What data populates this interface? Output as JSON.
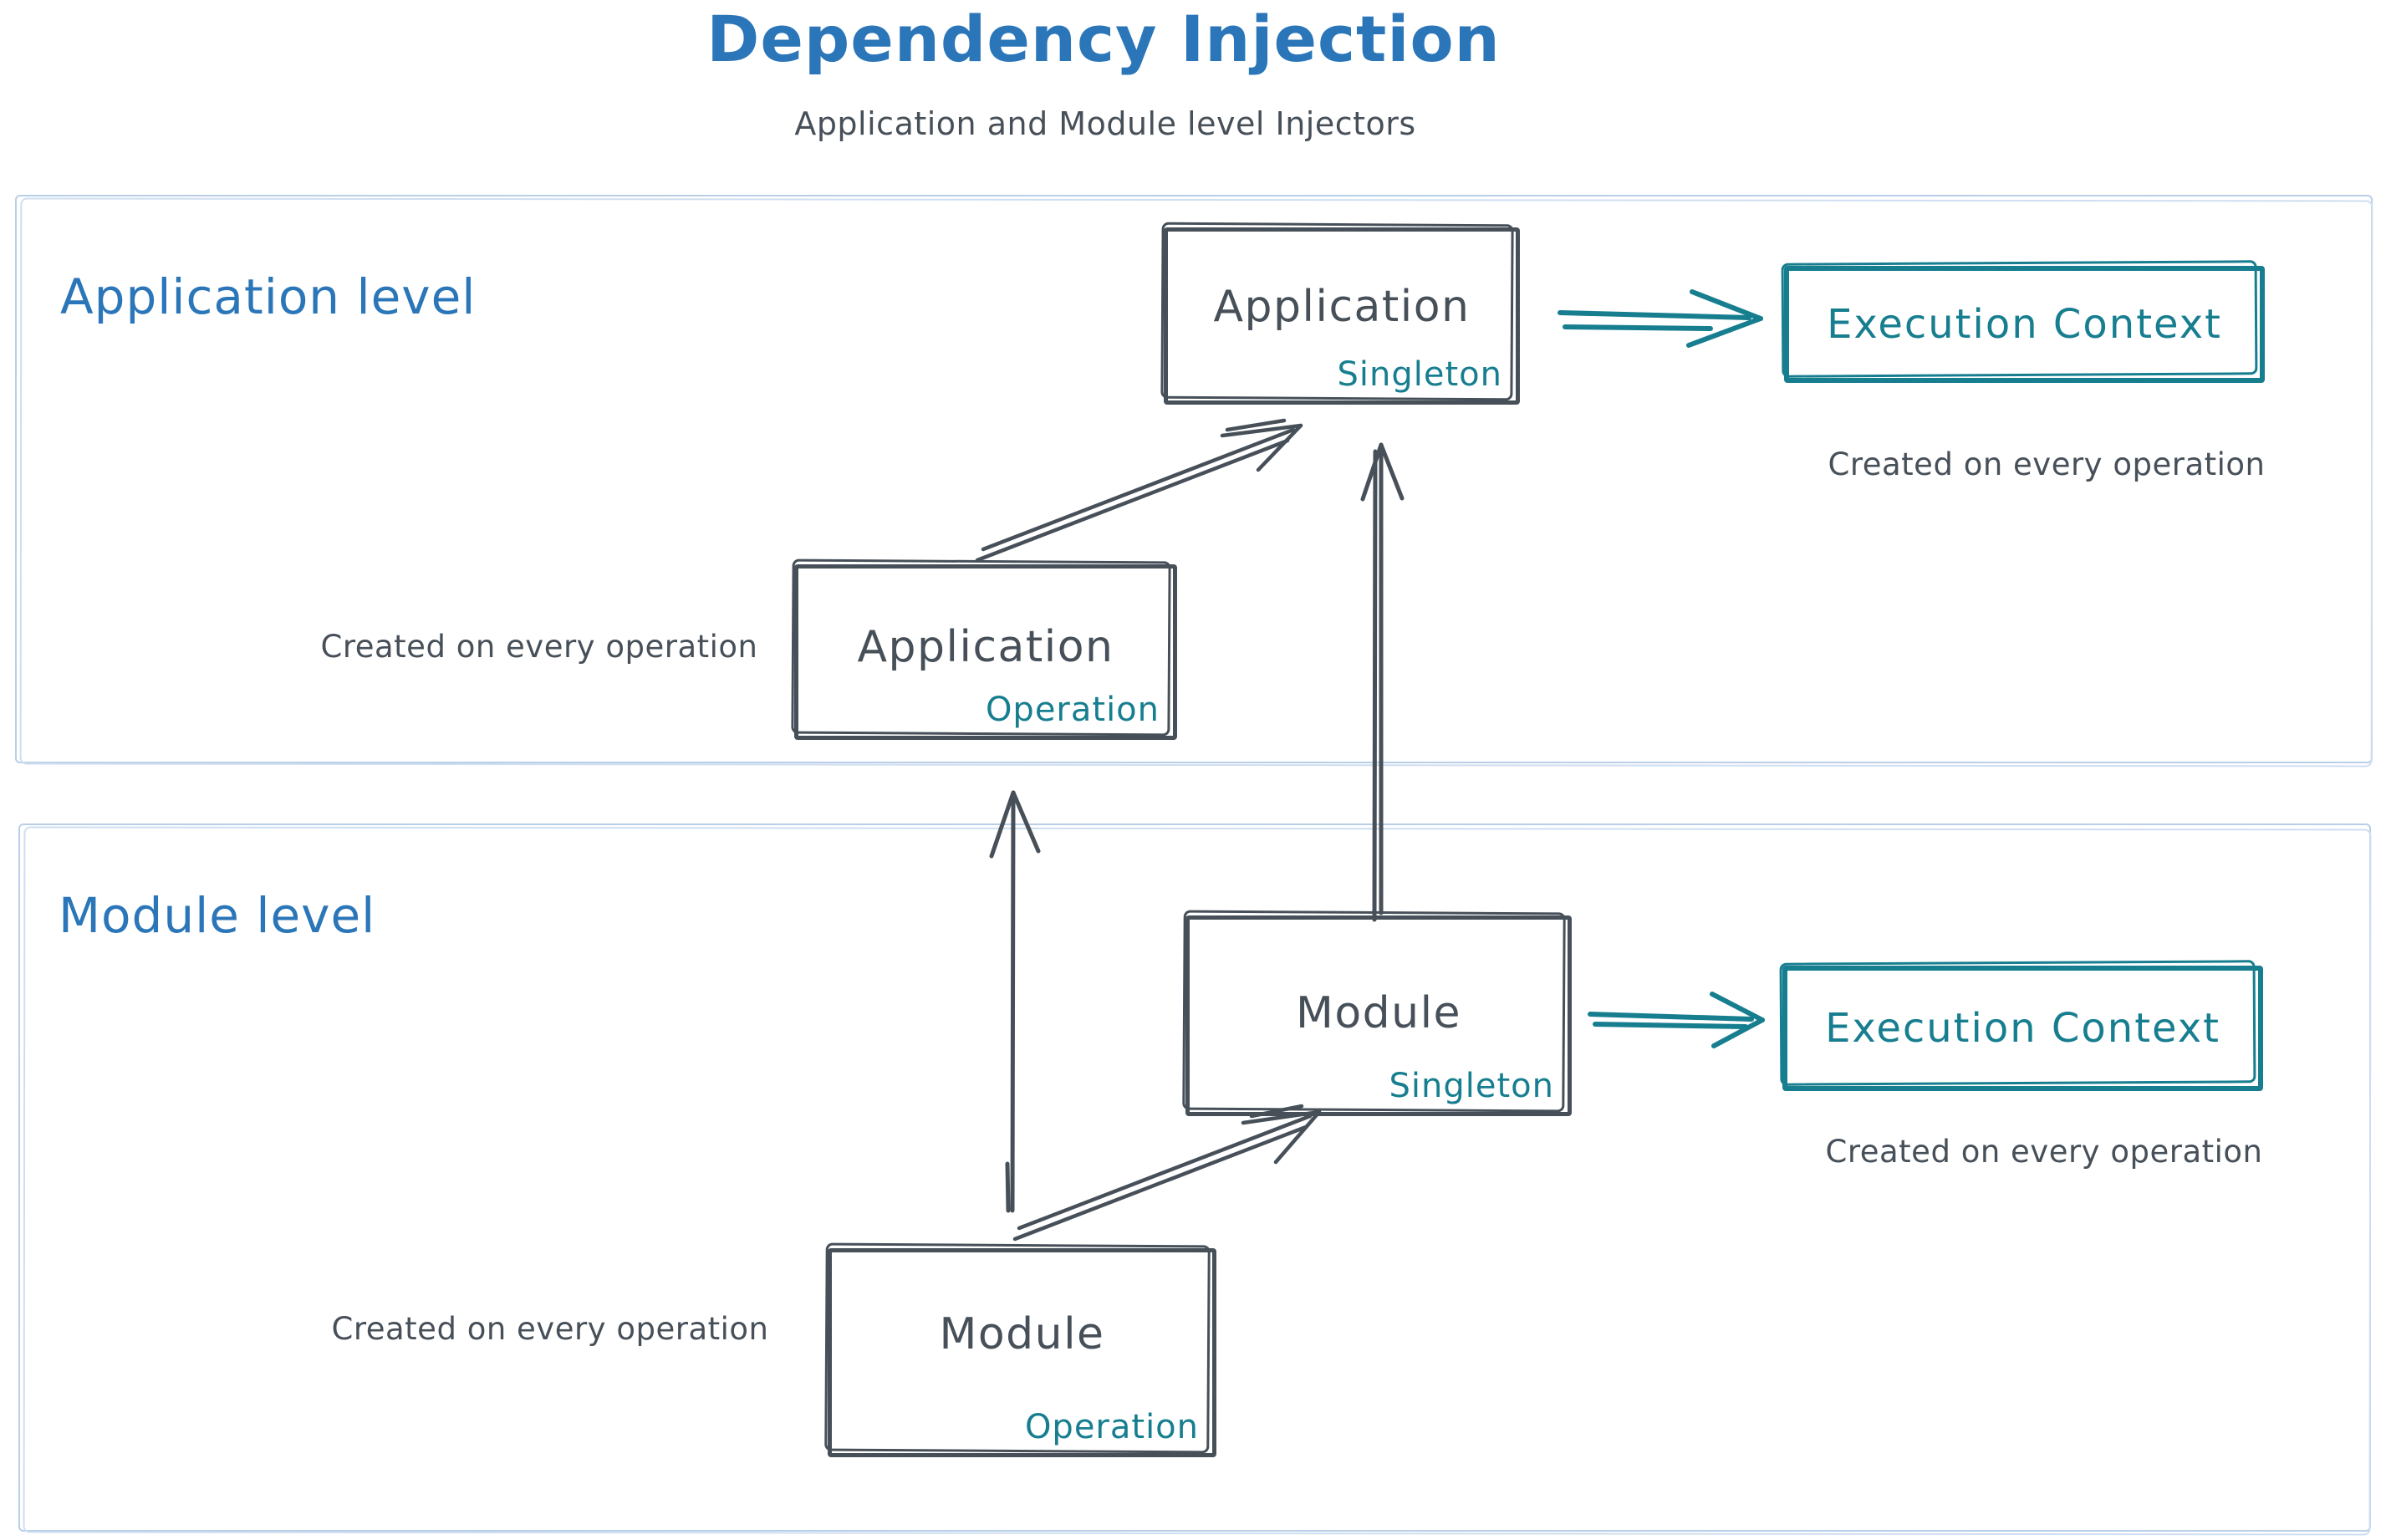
{
  "title": "Dependency Injection",
  "subtitle": "Application and Module level Injectors",
  "colors": {
    "blue": "#2b76b8",
    "slate": "#475059",
    "teal": "#177e90",
    "frame": "#b9cfe7"
  },
  "sections": {
    "application": {
      "label": "Application level"
    },
    "module": {
      "label": "Module level"
    }
  },
  "boxes": {
    "app_singleton": {
      "title": "Application",
      "scope": "Singleton"
    },
    "app_operation": {
      "title": "Application",
      "scope": "Operation"
    },
    "module_singleton": {
      "title": "Module",
      "scope": "Singleton"
    },
    "module_operation": {
      "title": "Module",
      "scope": "Operation"
    },
    "execution_context_top": {
      "label": "Execution Context"
    },
    "execution_context_bottom": {
      "label": "Execution Context"
    }
  },
  "captions": {
    "execution_context_top": "Created on every operation",
    "app_operation": "Created on every operation",
    "execution_context_bottom": "Created on every operation",
    "module_operation": "Created on every operation"
  },
  "edges": [
    {
      "from": "Application Operation",
      "to": "Application Singleton"
    },
    {
      "from": "Module Singleton",
      "to": "Application Singleton"
    },
    {
      "from": "Application Singleton",
      "to": "Execution Context (application level)"
    },
    {
      "from": "Module Operation",
      "to": "Application Operation"
    },
    {
      "from": "Module Operation",
      "to": "Module Singleton"
    },
    {
      "from": "Module Singleton",
      "to": "Execution Context (module level)"
    }
  ]
}
